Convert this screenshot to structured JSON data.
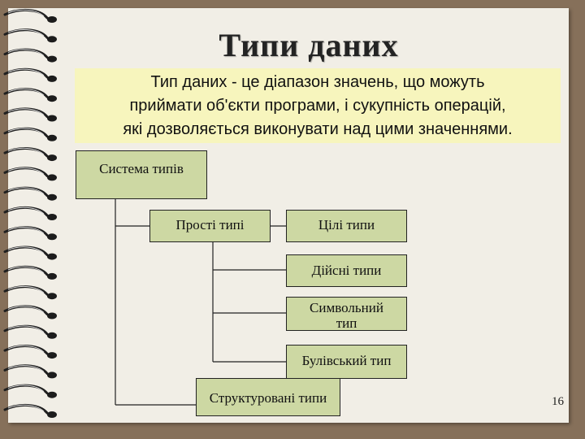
{
  "slide": {
    "title": "Типи даних",
    "definition": {
      "line1": "Тип даних - це діапазон значень, що можуть",
      "line2": "приймати об'єкти програми, і сукупність операцій,",
      "line3": "які дозволяється виконувати над цими значеннями."
    },
    "diagram": {
      "root": "Система типів",
      "simple": "Прості типі",
      "integer": "Цілі типи",
      "real": "Дійсні типи",
      "char_line1": "Символьний",
      "char_line2": "тип",
      "boolean": "Булівський тип",
      "structured": "Структуровані типи"
    },
    "page_number": "16",
    "colors": {
      "frame": "#86705a",
      "paper": "#f1eee6",
      "definition_bg": "#f7f5bd",
      "box_fill": "#cdd8a3"
    }
  }
}
